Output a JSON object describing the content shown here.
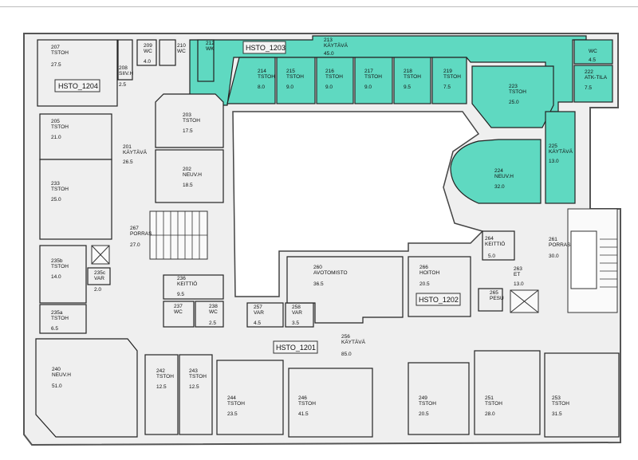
{
  "colors": {
    "highlight": "#5fd9c1",
    "floor": "#efefef",
    "wall": "#222222"
  },
  "zones": {
    "z1201": "HSTO_1201",
    "z1202": "HSTO_1202",
    "z1203": "HSTO_1203",
    "z1204": "HSTO_1204"
  },
  "rooms": {
    "r207": {
      "no": "207",
      "type": "TSTOH",
      "area": "27.5"
    },
    "r208": {
      "no": "208",
      "type": "SIIV.H",
      "area": "2.5"
    },
    "r209": {
      "no": "209",
      "type": "WC",
      "area": "4.0"
    },
    "r210": {
      "no": "210",
      "type": "WC"
    },
    "r212": {
      "no": "212",
      "type": "WK"
    },
    "r213": {
      "no": "213",
      "type": "KÄYTÄVÄ",
      "area": "45.0"
    },
    "r214": {
      "no": "214",
      "type": "TSTOH",
      "area": "8.0"
    },
    "r215": {
      "no": "215",
      "type": "TSTOH",
      "area": "9.0"
    },
    "r216": {
      "no": "216",
      "type": "TSTOH",
      "area": "9.0"
    },
    "r217": {
      "no": "217",
      "type": "TSTOH",
      "area": "9.0"
    },
    "r218": {
      "no": "218",
      "type": "TSTOH",
      "area": "9.5"
    },
    "r219": {
      "no": "219",
      "type": "TSTOH",
      "area": "7.5"
    },
    "r221": {
      "type": "WC",
      "area": "4.5"
    },
    "r222": {
      "no": "222",
      "type": "ATK-TILA",
      "area": "7.5"
    },
    "r223": {
      "no": "223",
      "type": "TSTOH",
      "area": "25.0"
    },
    "r224": {
      "no": "224",
      "type": "NEUV.H",
      "area": "32.0"
    },
    "r225": {
      "no": "225",
      "type": "KÄYTÄVÄ",
      "area": "13.0"
    },
    "r203": {
      "no": "203",
      "type": "TSTOH",
      "area": "17.5"
    },
    "r202": {
      "no": "202",
      "type": "NEUV.H",
      "area": "18.5"
    },
    "r205": {
      "no": "205",
      "type": "TSTOH",
      "area": "21.0"
    },
    "r201": {
      "no": "201",
      "type": "KÄYTÄVÄ",
      "area": "26.5"
    },
    "r233": {
      "no": "233",
      "type": "TSTOH",
      "area": "25.0"
    },
    "r267": {
      "no": "267",
      "type": "PORRAS",
      "area": "27.0"
    },
    "r235b": {
      "no": "235b",
      "type": "TSTOH",
      "area": "14.0"
    },
    "r235c": {
      "no": "235c",
      "type": "VAR",
      "area": "2.0"
    },
    "r235a": {
      "no": "235a",
      "type": "TSTOH",
      "area": "6.5"
    },
    "r236": {
      "no": "236",
      "type": "KEITTIÖ",
      "area": "9.5"
    },
    "r237": {
      "no": "237",
      "type": "WC"
    },
    "r238": {
      "no": "238",
      "type": "WC",
      "area": "2.5"
    },
    "r257": {
      "no": "257",
      "type": "VAR",
      "area": "4.5"
    },
    "r258": {
      "no": "258",
      "type": "VAR",
      "area": "3.5"
    },
    "r260": {
      "no": "260",
      "type": "AVOTOMISTO",
      "area": "36.5"
    },
    "r266": {
      "no": "266",
      "type": "HOITOH",
      "area": "20.5"
    },
    "r264": {
      "no": "264",
      "type": "KEITTIÖ",
      "area": "5.0"
    },
    "r263": {
      "no": "263",
      "type": "ET",
      "area": "13.0"
    },
    "r265": {
      "no": "265",
      "type": "PESU"
    },
    "r261": {
      "no": "261",
      "type": "PORRAS",
      "area": "30.0"
    },
    "r256": {
      "no": "256",
      "type": "KÄYTÄVÄ",
      "area": "85.0"
    },
    "r240": {
      "no": "240",
      "type": "NEUV.H",
      "area": "51.0"
    },
    "r242": {
      "no": "242",
      "type": "TSTOH",
      "area": "12.5"
    },
    "r243": {
      "no": "243",
      "type": "TSTOH",
      "area": "12.5"
    },
    "r244": {
      "no": "244",
      "type": "TSTOH",
      "area": "23.5"
    },
    "r246": {
      "no": "246",
      "type": "TSTOH",
      "area": "41.5"
    },
    "r249": {
      "no": "249",
      "type": "TSTOH",
      "area": "20.5"
    },
    "r251": {
      "no": "251",
      "type": "TSTOH",
      "area": "28.0"
    },
    "r253": {
      "no": "253",
      "type": "TSTOH",
      "area": "31.5"
    }
  }
}
